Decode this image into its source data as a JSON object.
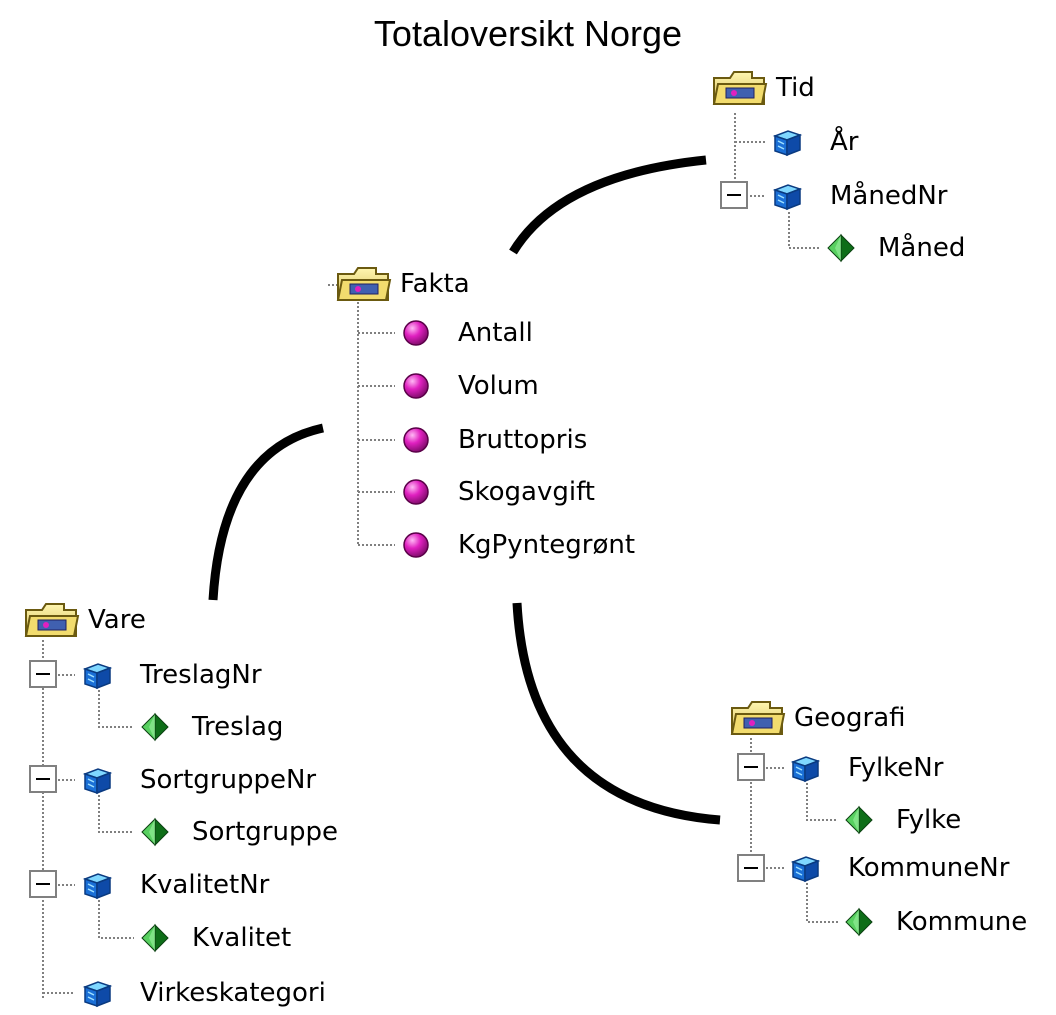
{
  "title": "Totaloversikt Norge",
  "trees": {
    "tid": {
      "root": "Tid",
      "items": {
        "ar": "År",
        "manednr": "MånedNr",
        "maned": "Måned"
      }
    },
    "fakta": {
      "root": "Fakta",
      "measures": [
        "Antall",
        "Volum",
        "Bruttopris",
        "Skogavgift",
        "KgPyntegrønt"
      ]
    },
    "vare": {
      "root": "Vare",
      "items": {
        "treslagnr": "TreslagNr",
        "treslag": "Treslag",
        "sortgruppenr": "SortgruppeNr",
        "sortgruppe": "Sortgruppe",
        "kvalitetnr": "KvalitetNr",
        "kvalitet": "Kvalitet",
        "virkeskategori": "Virkeskategori"
      }
    },
    "geografi": {
      "root": "Geografi",
      "items": {
        "fylkenr": "FylkeNr",
        "fylke": "Fylke",
        "kommunenr": "KommuneNr",
        "kommune": "Kommune"
      }
    }
  },
  "icons": {
    "dimension": "folder-icon",
    "level": "cube-icon",
    "attribute": "diamond-icon",
    "measure": "sphere-icon",
    "expander": "collapse-box-icon"
  },
  "colors": {
    "measure": "#e020c0",
    "level": "#1a6fd6",
    "attribute": "#1f9a2a",
    "connector": "#000000",
    "tree_line": "#808080"
  }
}
